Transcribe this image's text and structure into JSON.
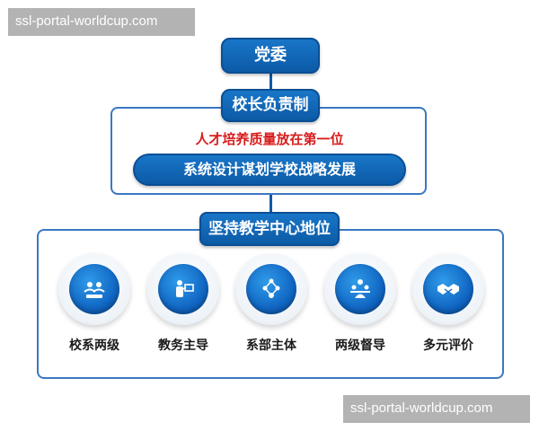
{
  "watermark": "ssl-portal-worldcup.com",
  "levels": {
    "party": "党委",
    "principal": "校长负责制",
    "priority": "人才培养质量放在第一位",
    "system": "系统设计谋划学校战略发展",
    "core": "坚持教学中心地位"
  },
  "nodes": [
    {
      "label": "校系两级",
      "icon": "people-group-icon"
    },
    {
      "label": "教务主导",
      "icon": "teacher-board-icon"
    },
    {
      "label": "系部主体",
      "icon": "tree-network-icon"
    },
    {
      "label": "两级督导",
      "icon": "supervisor-group-icon"
    },
    {
      "label": "多元评价",
      "icon": "handshake-icon"
    }
  ],
  "colors": {
    "primary": "#1167c4",
    "border": "#3a78c2",
    "accent_red": "#d81b1b"
  }
}
